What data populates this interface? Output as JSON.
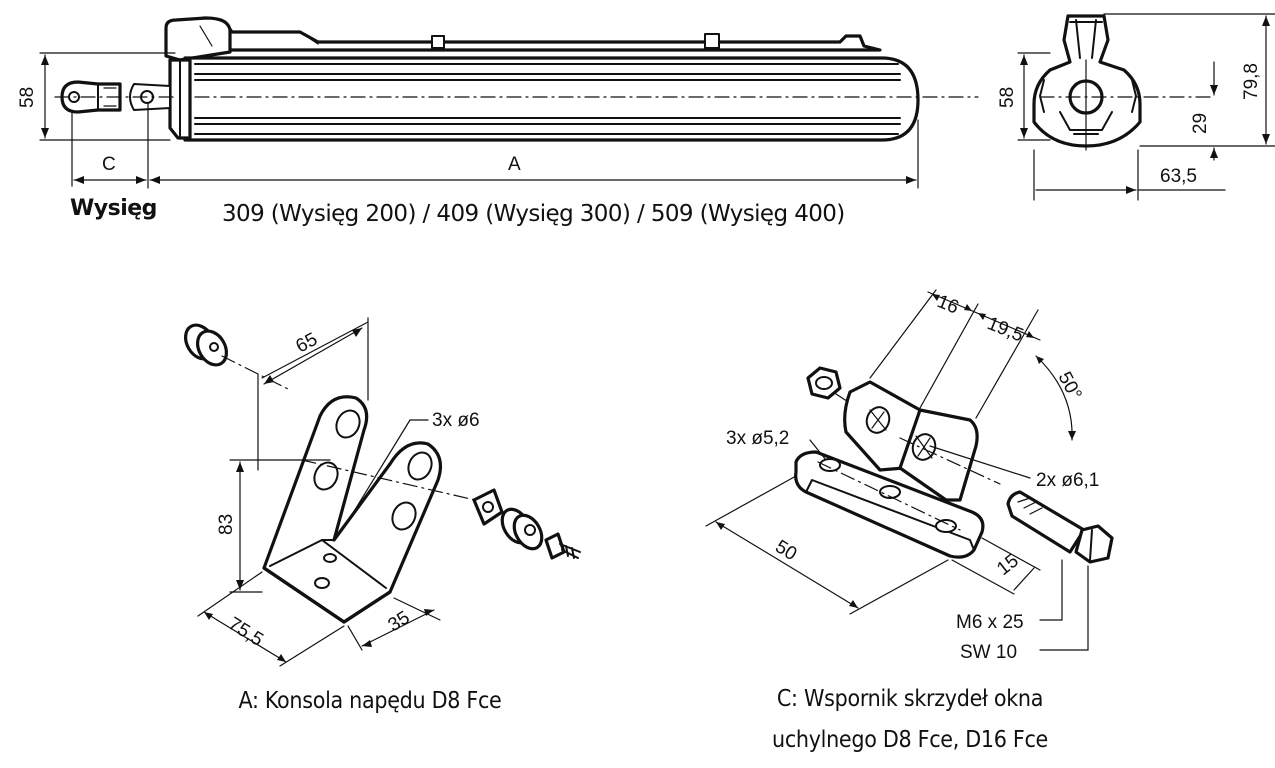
{
  "top_view": {
    "dim_height_left": "58",
    "dim_c": "C",
    "dim_a": "A",
    "label_wysieg": "Wysięg",
    "length_options": "309 (Wysięg 200) / 409 (Wysięg 300) / 509 (Wysięg 400)"
  },
  "side_view": {
    "dim_height": "58",
    "dim_total_height": "79,8",
    "dim_axis_height": "29",
    "dim_width": "63,5"
  },
  "bracket_a": {
    "dim_top": "65",
    "dim_holes": "3x ø6",
    "dim_height": "83",
    "dim_base_left": "75,5",
    "dim_base_right": "35",
    "caption": "A: Konsola napędu D8 Fce"
  },
  "bracket_c": {
    "dim_16": "16",
    "dim_19_5": "19,5",
    "dim_angle": "50°",
    "dim_holes_small": "3x ø5,2",
    "dim_holes_large": "2x ø6,1",
    "dim_length": "50",
    "dim_15": "15",
    "bolt": "M6 x 25",
    "wrench": "SW 10",
    "caption_line1": "C: Wspornik skrzydeł okna",
    "caption_line2": "uchylnego D8 Fce, D16 Fce"
  }
}
